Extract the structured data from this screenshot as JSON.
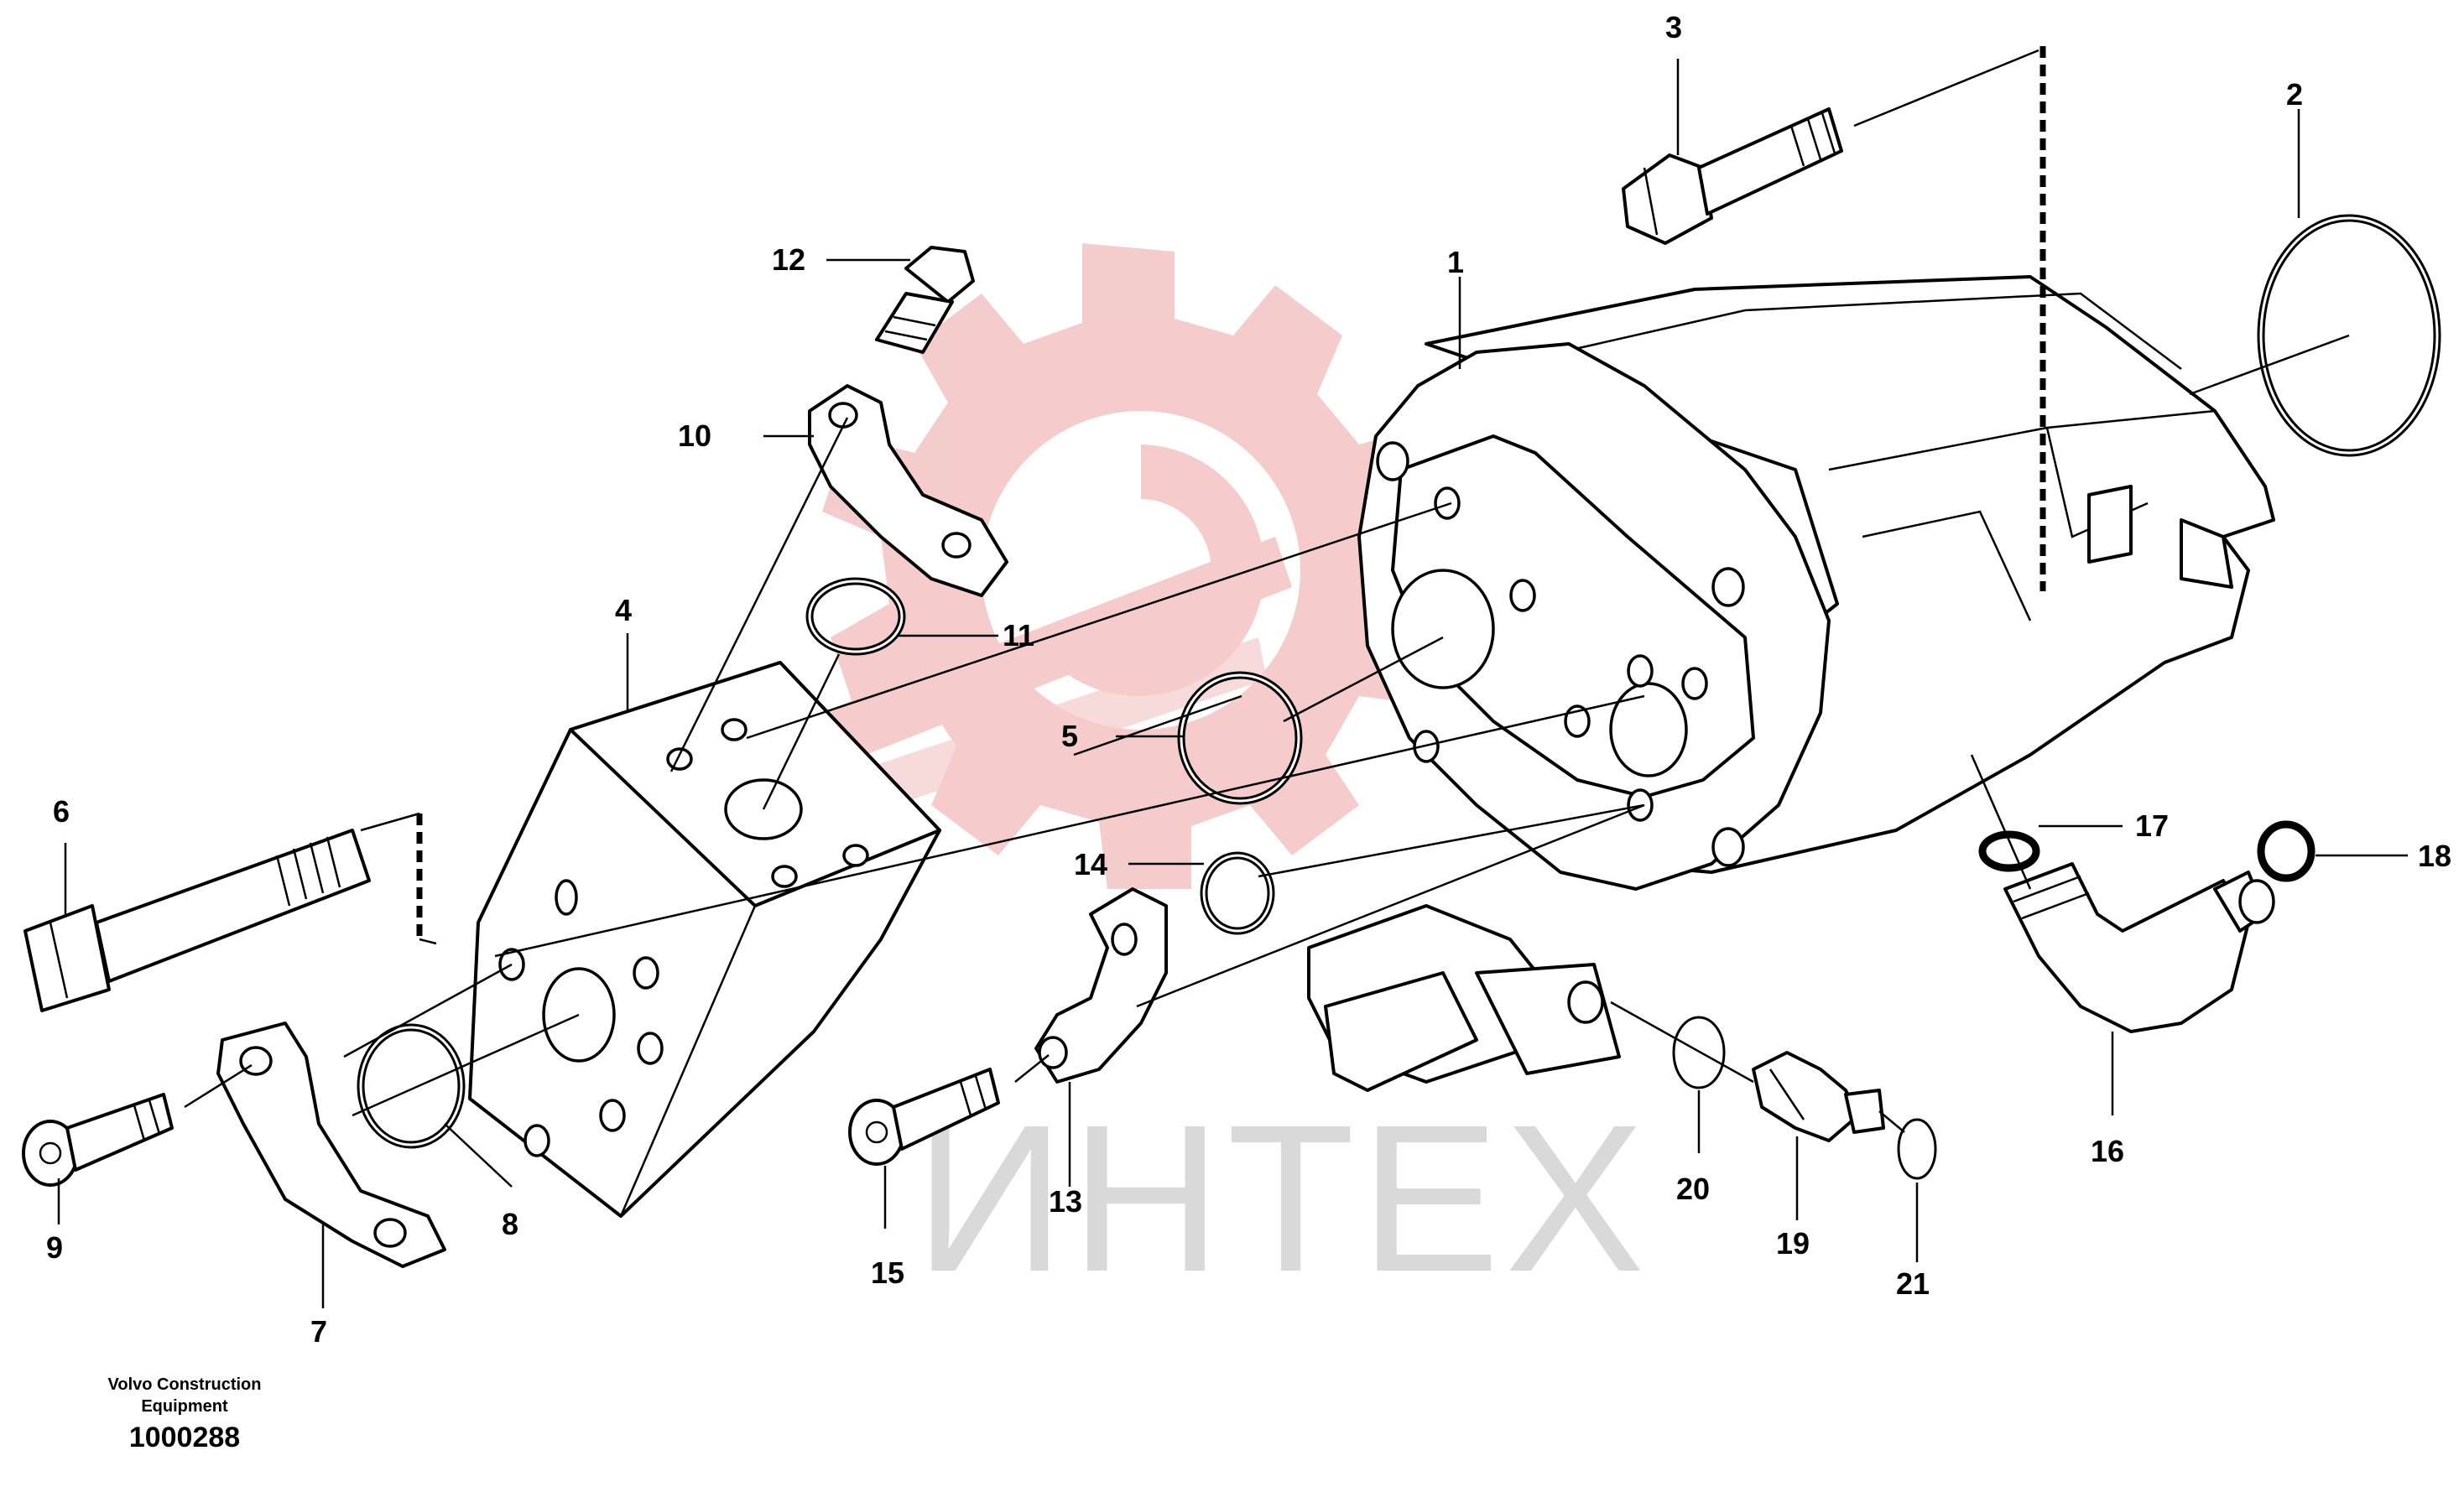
{
  "diagram": {
    "watermark": {
      "text": "ИНТЕХ",
      "gear_color": "#f4c6c6",
      "text_color": "#d9d9d9"
    },
    "callouts": [
      "1",
      "2",
      "3",
      "4",
      "5",
      "6",
      "7",
      "8",
      "9",
      "10",
      "11",
      "12",
      "13",
      "14",
      "15",
      "16",
      "17",
      "18",
      "19",
      "20",
      "21"
    ],
    "credit": {
      "line1": "Volvo Construction",
      "line2": "Equipment",
      "doc_number": "1000288"
    }
  }
}
